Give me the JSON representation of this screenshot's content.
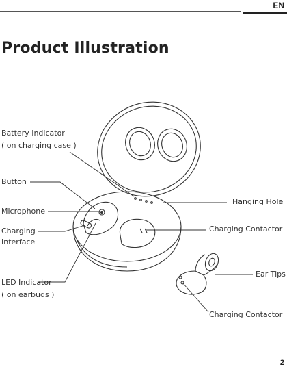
{
  "header": {
    "language": "EN"
  },
  "title": "Product Illustration",
  "labels": {
    "battery_indicator": "Battery Indicator",
    "battery_indicator_note": "( on charging case )",
    "button": "Button",
    "microphone": "Microphone",
    "charging_interface_1": "Charging",
    "charging_interface_2": "Interface",
    "led_indicator": "LED Indicator",
    "led_indicator_note": "( on earbuds )",
    "hanging_hole": "Hanging Hole",
    "charging_contactor_case": "Charging Contactor",
    "ear_tips": "Ear Tips",
    "charging_contactor_earbud": "Charging Contactor"
  },
  "footer": {
    "page_number": "2"
  }
}
